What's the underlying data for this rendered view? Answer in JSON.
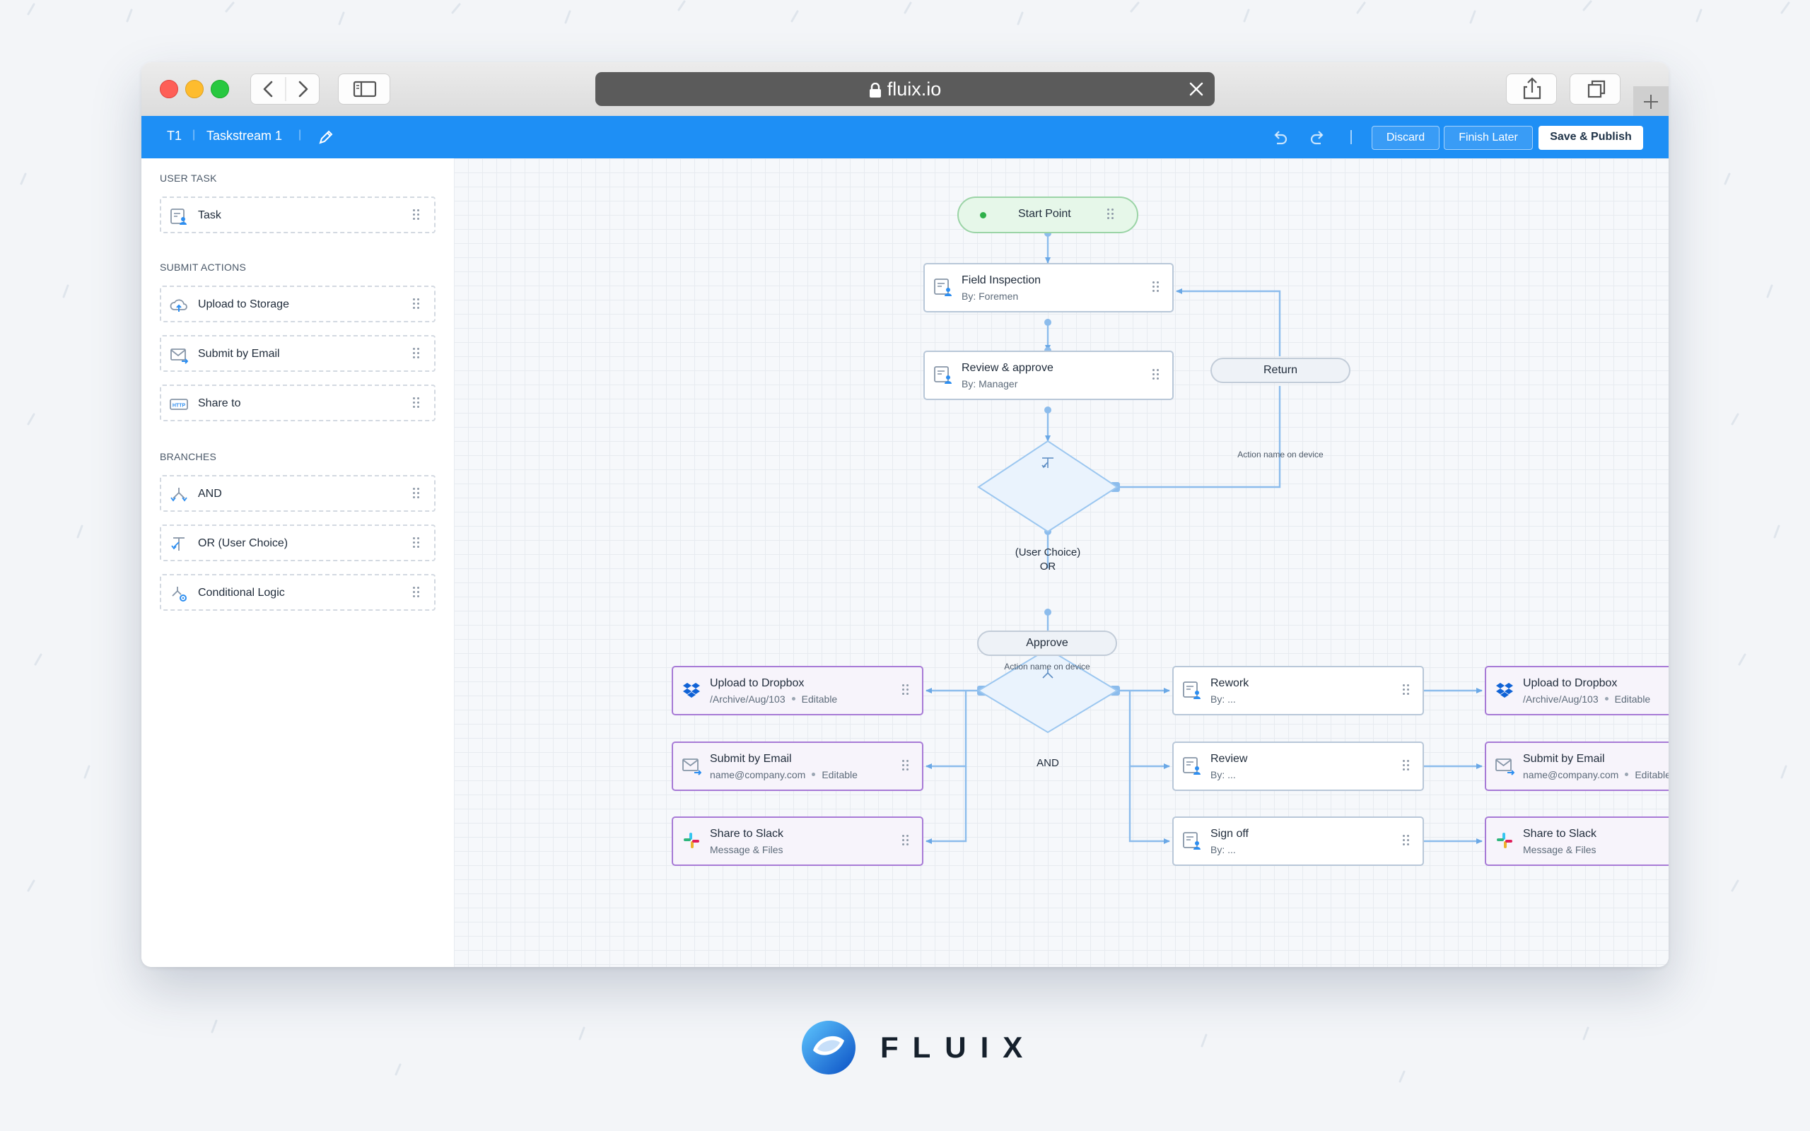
{
  "browser": {
    "url": "fluix.io"
  },
  "appbar": {
    "workspace": "T1",
    "taskstream": "Taskstream 1",
    "discard_label": "Discard",
    "finish_later_label": "Finish Later",
    "save_publish_label": "Save & Publish"
  },
  "sidebar": {
    "user_task_title": "USER TASK",
    "task_label": "Task",
    "submit_actions_title": "SUBMIT ACTIONS",
    "submit_actions": [
      "Upload to Storage",
      "Submit by Email",
      "Share to"
    ],
    "branches_title": "BRANCHES",
    "branches": [
      "AND",
      "OR (User Choice)",
      "Conditional Logic"
    ]
  },
  "flow": {
    "start": "Start Point",
    "field_inspection": {
      "title": "Field Inspection",
      "sub": "By: Foremen"
    },
    "review_approve": {
      "title": "Review & approve",
      "sub": "By: Manager"
    },
    "return": {
      "label": "Return",
      "sub": "Action name on device"
    },
    "or_node": {
      "line1": "(User Choice)",
      "line2": "OR"
    },
    "approve": {
      "label": "Approve",
      "sub": "Action name on device"
    },
    "and_node": "AND",
    "left_actions": [
      {
        "title": "Upload to Dropbox",
        "sub": "/Archive/Aug/103",
        "tag": "Editable"
      },
      {
        "title": "Submit by Email",
        "sub": "name@company.com",
        "tag": "Editable"
      },
      {
        "title": "Share to Slack",
        "sub": "Message & Files",
        "tag": ""
      }
    ],
    "right_tasks": [
      {
        "title": "Rework",
        "sub": "By: ..."
      },
      {
        "title": "Review",
        "sub": "By: ..."
      },
      {
        "title": "Sign off",
        "sub": "By: ..."
      }
    ],
    "right_actions": [
      {
        "title": "Upload to Dropbox",
        "sub": "/Archive/Aug/103",
        "tag": "Editable"
      },
      {
        "title": "Submit by Email",
        "sub": "name@company.com",
        "tag": "Editable"
      },
      {
        "title": "Share to Slack",
        "sub": "Message & Files",
        "tag": ""
      }
    ]
  },
  "brand": {
    "name": "FLUIX",
    "accent": "#1e8ff5"
  }
}
